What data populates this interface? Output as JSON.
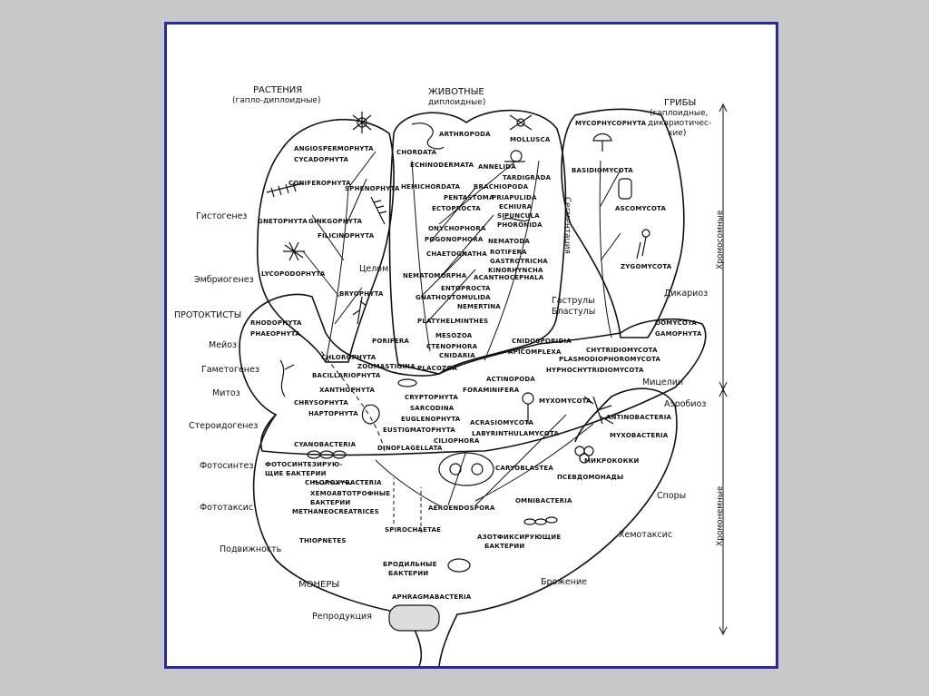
{
  "kingdoms": {
    "plants": {
      "title": "РАСТЕНИЯ",
      "subtitle": "(гапло-диплоидные)"
    },
    "animals": {
      "title": "ЖИВОТНЫЕ",
      "subtitle": "диплоидные)"
    },
    "fungi": {
      "title": "ГРИБЫ",
      "subtitle1": "(гаплоидные,",
      "subtitle2": "дикариотичес-",
      "subtitle3": "кие)"
    },
    "protoctists": {
      "title": "ПРОТОКТИСТЫ"
    },
    "monera": {
      "title": "МОНЕРЫ"
    }
  },
  "side_labels_left": [
    "Гистогенез",
    "Эмбриогенез",
    "Мейоз",
    "Гаметогенез",
    "Митоз",
    "Стероидогенез",
    "Фотосинтез",
    "Фототаксис",
    "Подвижность",
    "Репродукция"
  ],
  "side_labels_right": [
    "Дикариоз",
    "Мицелии",
    "Аэробиоз",
    "Споры",
    "Хемотаксис",
    "Брожение"
  ],
  "axis_labels": {
    "top": "Хромосомные",
    "bottom": "Хромонемные"
  },
  "inner_labels": {
    "celom": "Целом",
    "segmentation": "Сегментация",
    "gastrula1": "Гаструлы",
    "gastrula2": "Бластулы"
  },
  "taxa": {
    "angiospermophyta": "ANGIOSPERMOPHYTA",
    "cycadophyta": "CYCADOPHYTA",
    "sphenophyta": "SPHENOPHYTA",
    "coniferophyta": "CONIFEROPHYTA",
    "gnetophyta": "GNETOPHYTA",
    "ginkgophyta": "GINKGOPHYTA",
    "filicinophyta": "FILICINOPHYTA",
    "lycopodophyta": "LYCOPODOPHYTA",
    "bryophyta": "BRYOPHYTA",
    "arthropoda": "ARTHROPODA",
    "mollusca": "MOLLUSCA",
    "chordata": "CHORDATA",
    "echinodermata": "ECHINODERMATA",
    "annelida": "ANNELIDA",
    "hemichordata": "HEMICHORDATA",
    "brachiopoda": "BRACHIOPODA",
    "tardigrada": "TARDIGRADA",
    "pentastoma": "PENTASTOMA",
    "priapulida": "PRIAPULIDA",
    "echiura": "ECHIURA",
    "ectoprocta": "ECTOPROCTA",
    "sipuncula": "SIPUNCULA",
    "phoronida": "PHORONIDA",
    "onychophora": "ONYCHOPHORA",
    "pogonophora": "POGONOPHORA",
    "nematoda": "NEMATODA",
    "chaetognatha": "CHAETOGNATHA",
    "rotifera": "ROTIFERA",
    "gastrotricha": "GASTROTRICHA",
    "kinorhyncha": "KINORHYNCHA",
    "nematomorpha": "NEMATOMORPHA",
    "acanthocephala": "ACANTHOCEPHALA",
    "entoprocta": "ENTOPROCTA",
    "gnathostomulida": "GNATHOSTOMULIDA",
    "nemertina": "NEMERTINA",
    "platyhelminthes": "PLATYHELMINTHES",
    "porifera": "PORIFERA",
    "mesozoa": "MESOZOA",
    "ctenophora": "CTENOPHORA",
    "cnidaria": "CNIDARIA",
    "placozoa": "PLACOZOA",
    "mycophycophyta": "MYCOPHYCOPHYTA",
    "basidiomycota": "BASIDIOMYCOTA",
    "ascomycota": "ASCOMYCOTA",
    "zygomycota": "ZYGOMYCOTA",
    "rhodophyta": "RHODOPHYTA",
    "phaeophyta": "PHAEOPHYTA",
    "chlorophyta": "CHLOROPHYTA",
    "zoomastigina": "ZOOMASTIGINA",
    "bacillariophyta": "BACILLARIOPHYTA",
    "xanthophyta": "XANTHOPHYTA",
    "chrysophyta": "CHRYSOPHYTA",
    "haptophyta": "HAPTOPHYTA",
    "cryptophyta": "CRYPTOPHYTA",
    "sarcodina": "SARCODINA",
    "euglenophyta": "EUGLENOPHYTA",
    "eustigmatophyta": "EUSTIGMATOPHYTA",
    "dinoflagellata": "DINOFLAGELLATA",
    "cnidosporidia": "CNIDOSPORIDIA",
    "apicomplexa": "APICOMPLEXA",
    "oomycota": "OOMYCOTA",
    "gamophyta": "GAMOPHYTA",
    "chytridiomycota": "CHYTRIDIOMYCOTA",
    "plasmodiophoromycota": "PLASMODIOPHOROMYCOTA",
    "hyphochytridiomycota": "HYPHOCHYTRIDIOMYCOTA",
    "actinopoda": "ACTINOPODA",
    "foraminifera": "FORAMINIFERA",
    "myxomycota": "MYXOMYCOTA",
    "acrasiomycota": "ACRASIOMYCOTA",
    "labyrinthulamycota": "LABYRINTHULAMYCOTA",
    "ciliophora": "CILIOPHORA",
    "cyanobacteria": "CYANOBACTERIA",
    "photosynthetic1": "ФОТОСИНТЕЗИРУЮ-",
    "photosynthetic2": "ЩИЕ БАКТЕРИИ",
    "chloroxybacteria": "CHLOROXYBACTERIA",
    "chemoauto1": "ХЕМОАВТОТРОФНЫЕ",
    "chemoauto2": "БАКТЕРИИ",
    "methanocreatrices": "METHANEOCREATRICES",
    "actinobacteria": "ANTINOBACTERIA",
    "myxobacteria": "MYXOBACTERIA",
    "micrococci": "МИКРОКОККИ",
    "caryoblastea": "CARYOBLASTEA",
    "pseudomonads": "ПСЕВДОМОНАДЫ",
    "omnibacteria": "OMNIBACTERIA",
    "aeroendospora": "AEROENDOSPORA",
    "spirochaetae": "SPIROCHAETAE",
    "azot1": "АЗОТФИКСИРУЮЩИЕ",
    "azot2": "БАКТЕРИИ",
    "thiopnetes": "THIOPNETES",
    "ferment1": "БРОДИЛЬНЫЕ",
    "ferment2": "БАКТЕРИИ",
    "aphragmabacteria": "APHRAGMABACTERIA"
  },
  "colors": {
    "frame": "#2a2aa8",
    "background": "#c8c8c8",
    "ink": "#111111"
  }
}
